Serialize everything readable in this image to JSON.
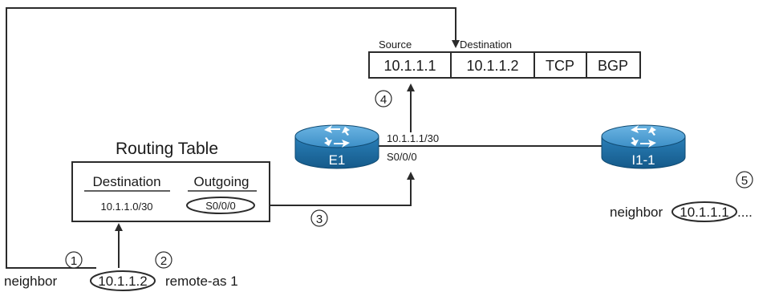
{
  "packet": {
    "source_label": "Source",
    "destination_label": "Destination",
    "fields": [
      "10.1.1.1",
      "10.1.1.2",
      "TCP",
      "BGP"
    ]
  },
  "routing_table": {
    "title": "Routing Table",
    "col_destination": "Destination",
    "col_outgoing": "Outgoing",
    "row_destination": "10.1.1.0/30",
    "row_outgoing": "S0/0/0"
  },
  "routers": {
    "e1": {
      "name": "E1",
      "interface": "S0/0/0",
      "ip": "10.1.1.1/30"
    },
    "i1": {
      "name": "I1-1"
    }
  },
  "commands": {
    "left": {
      "prefix": "neighbor",
      "address": "10.1.1.2",
      "suffix": "remote-as 1"
    },
    "right": {
      "prefix": "neighbor",
      "address": "10.1.1.1",
      "suffix": "...."
    }
  },
  "steps": [
    "1",
    "2",
    "3",
    "4",
    "5"
  ],
  "colors": {
    "router_top": "#4a9bd1",
    "router_side": "#1f6fa8",
    "router_dark": "#155a8a",
    "line": "#2b2b2b"
  }
}
